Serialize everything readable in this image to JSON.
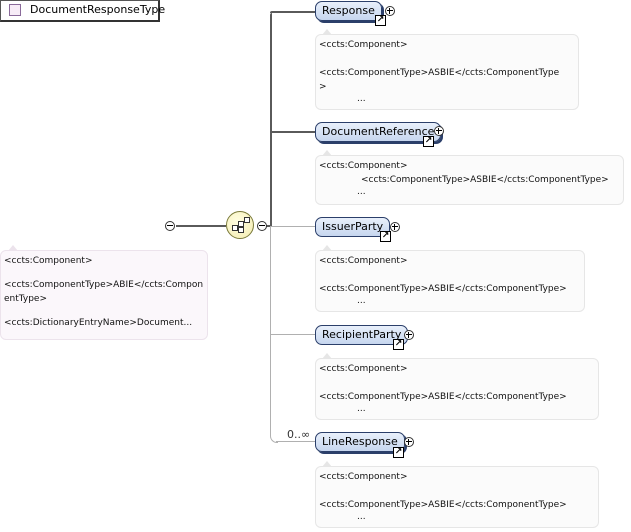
{
  "root": {
    "label": "DocumentResponseType",
    "annotation": {
      "line1": "<ccts:Component>",
      "line2": "<ccts:ComponentType>ABIE</ccts:ComponentType>",
      "line3": "<ccts:DictionaryEntryName>Document..."
    }
  },
  "children": [
    {
      "label": "Response",
      "annotation": {
        "line1": "<ccts:Component>",
        "line2": "<ccts:ComponentType>ASBIE</ccts:ComponentType",
        "line3": ">",
        "line4": "..."
      }
    },
    {
      "label": "DocumentReference",
      "annotation": {
        "line1": "<ccts:Component>",
        "line2": "<ccts:ComponentType>ASBIE</ccts:ComponentType>",
        "line3": "..."
      }
    },
    {
      "label": "IssuerParty",
      "annotation": {
        "line1": "<ccts:Component>",
        "line2": "<ccts:ComponentType>ASBIE</ccts:ComponentType>",
        "line3": "..."
      }
    },
    {
      "label": "RecipientParty",
      "annotation": {
        "line1": "<ccts:Component>",
        "line2": "<ccts:ComponentType>ASBIE</ccts:ComponentType>",
        "line3": "..."
      }
    },
    {
      "label": "LineResponse",
      "cardinality": "0..∞",
      "annotation": {
        "line1": "<ccts:Component>",
        "line2": "<ccts:ComponentType>ASBIE</ccts:ComponentType>",
        "line3": "..."
      }
    }
  ],
  "icons": {
    "reference": "↗",
    "collapse": "minus-circle",
    "expand": "plus-circle",
    "sequence": "sequence-compositor"
  }
}
